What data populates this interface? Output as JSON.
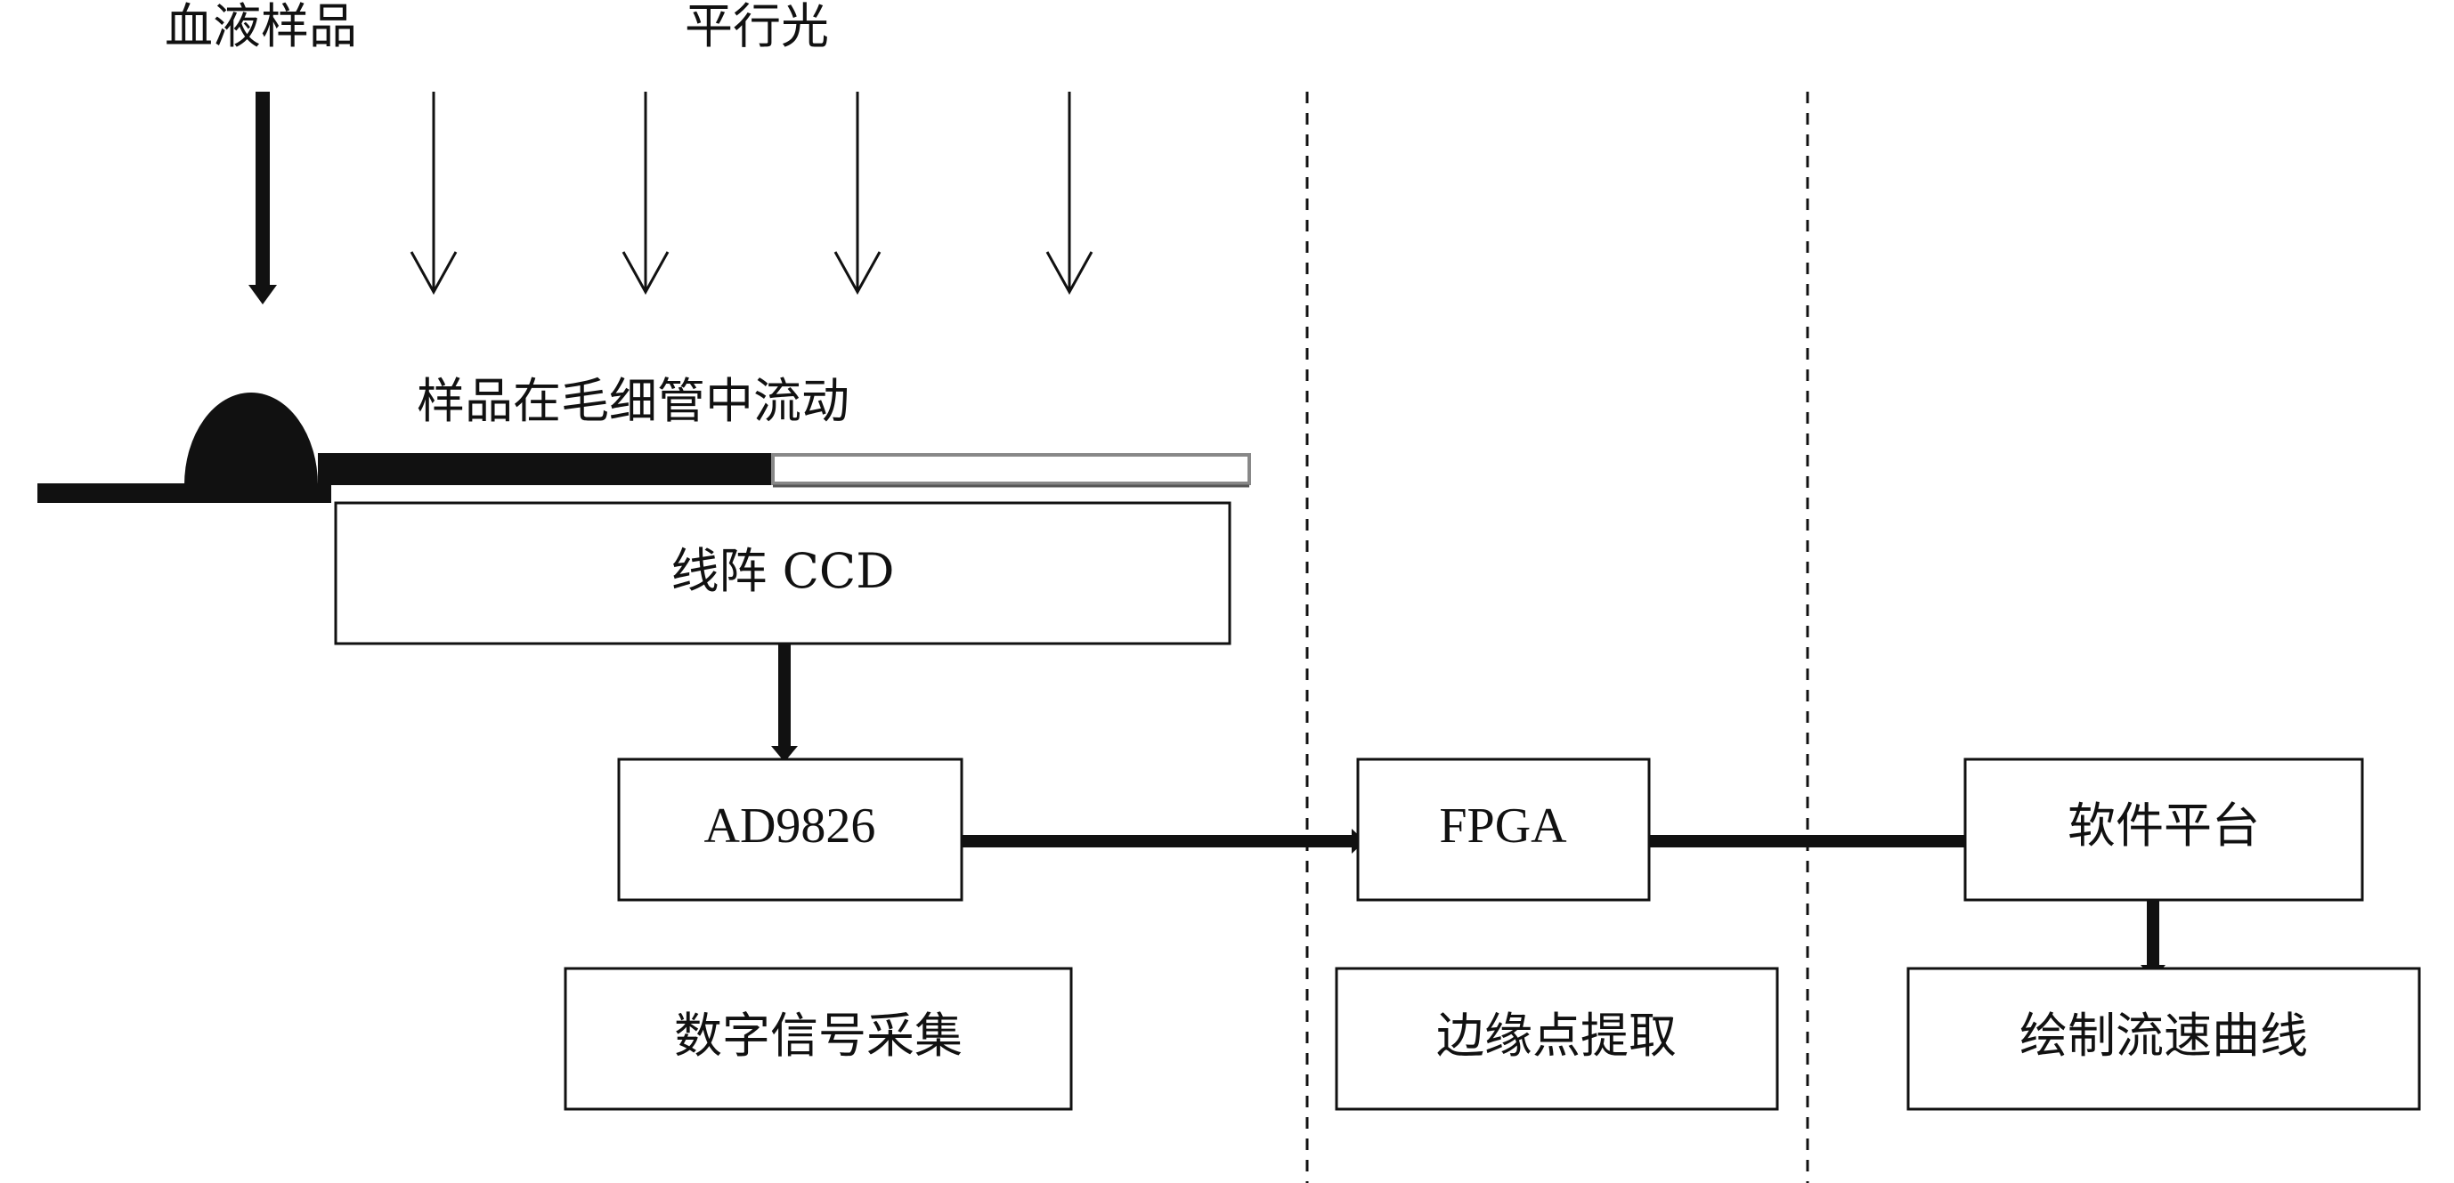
{
  "labels": {
    "blood_sample": "血液样品",
    "parallel_light": "平行光",
    "sample_flow": "样品在毛细管中流动",
    "linear_ccd": "线阵 CCD",
    "adc": "AD9826",
    "fpga": "FPGA",
    "software": "软件平台",
    "digital_acquisition": "数字信号采集",
    "edge_extraction": "边缘点提取",
    "draw_curve": "绘制流速曲线"
  },
  "colors": {
    "stroke": "#111111",
    "fill_dark": "#111111",
    "tube_empty_border": "#888888",
    "background": "#ffffff"
  }
}
